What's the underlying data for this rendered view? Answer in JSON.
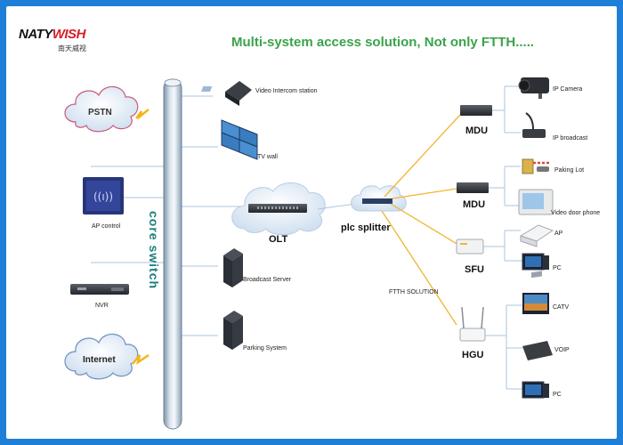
{
  "logo": {
    "brand_left": "NATY",
    "brand_right": "WISH",
    "brand_sub": "南天威视",
    "colors": {
      "left": "#111111",
      "right": "#d41f2a"
    }
  },
  "title": "Multi-system access solution, Not only FTTH.....",
  "core_switch": "core switch",
  "left_nodes": {
    "pstn": "PSTN",
    "ap_control": "AP control",
    "nvr": "NVR",
    "internet": "Internet"
  },
  "services": {
    "video_intercom": "Video Intercom station",
    "tv_wall": "TV wall",
    "broadcast_server": "Broadcast Server",
    "parking_system": "Parking System"
  },
  "olt": "OLT",
  "splitter": "plc splitter",
  "ftth": "FTTH SOLUTION",
  "terminals": {
    "mdu1": "MDU",
    "mdu2": "MDU",
    "sfu": "SFU",
    "hgu": "HGU"
  },
  "endpoints": {
    "ip_camera": "IP Camera",
    "ip_broadcast": "IP broadcast",
    "parking_lot": "Paking Lot",
    "video_door_phone": "Video door phone",
    "ap": "AP",
    "pc1": "PC",
    "catv": "CATV",
    "voip": "VOIP",
    "pc2": "PC"
  },
  "colors": {
    "frame": "#1d7fd8",
    "title": "#3aa34a",
    "core_text": "#1d7f7a",
    "fiber": "#f1b42f",
    "wire": "#8fb5d8"
  }
}
